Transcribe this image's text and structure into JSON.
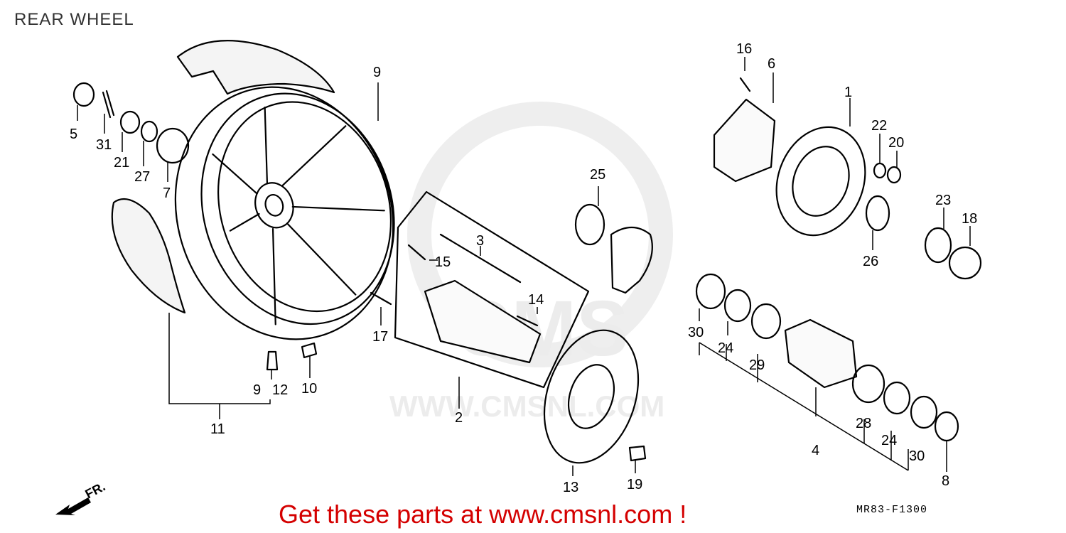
{
  "header": {
    "title": "REAR WHEEL"
  },
  "watermark": {
    "brand": "CMS",
    "url": "WWW.CMSNL.COM"
  },
  "footer": {
    "promo": "Get these parts at www.cmsnl.com !",
    "diagram_code": "MR83-F1300",
    "direction_label": "FR."
  },
  "callouts": {
    "c1": "1",
    "c2": "2",
    "c3": "3",
    "c4": "4",
    "c5": "5",
    "c6": "6",
    "c7": "7",
    "c8": "8",
    "c9a": "9",
    "c9b": "9",
    "c10": "10",
    "c11": "11",
    "c12": "12",
    "c13": "13",
    "c14": "14",
    "c15": "15",
    "c16": "16",
    "c17": "17",
    "c18": "18",
    "c19": "19",
    "c20": "20",
    "c21": "21",
    "c22": "22",
    "c23": "23",
    "c24a": "24",
    "c24b": "24",
    "c25": "25",
    "c26": "26",
    "c27": "27",
    "c28": "28",
    "c29": "29",
    "c30a": "30",
    "c30b": "30",
    "c31": "31"
  },
  "colors": {
    "promo": "#d40000",
    "line": "#000000",
    "watermark": "#ececec"
  }
}
